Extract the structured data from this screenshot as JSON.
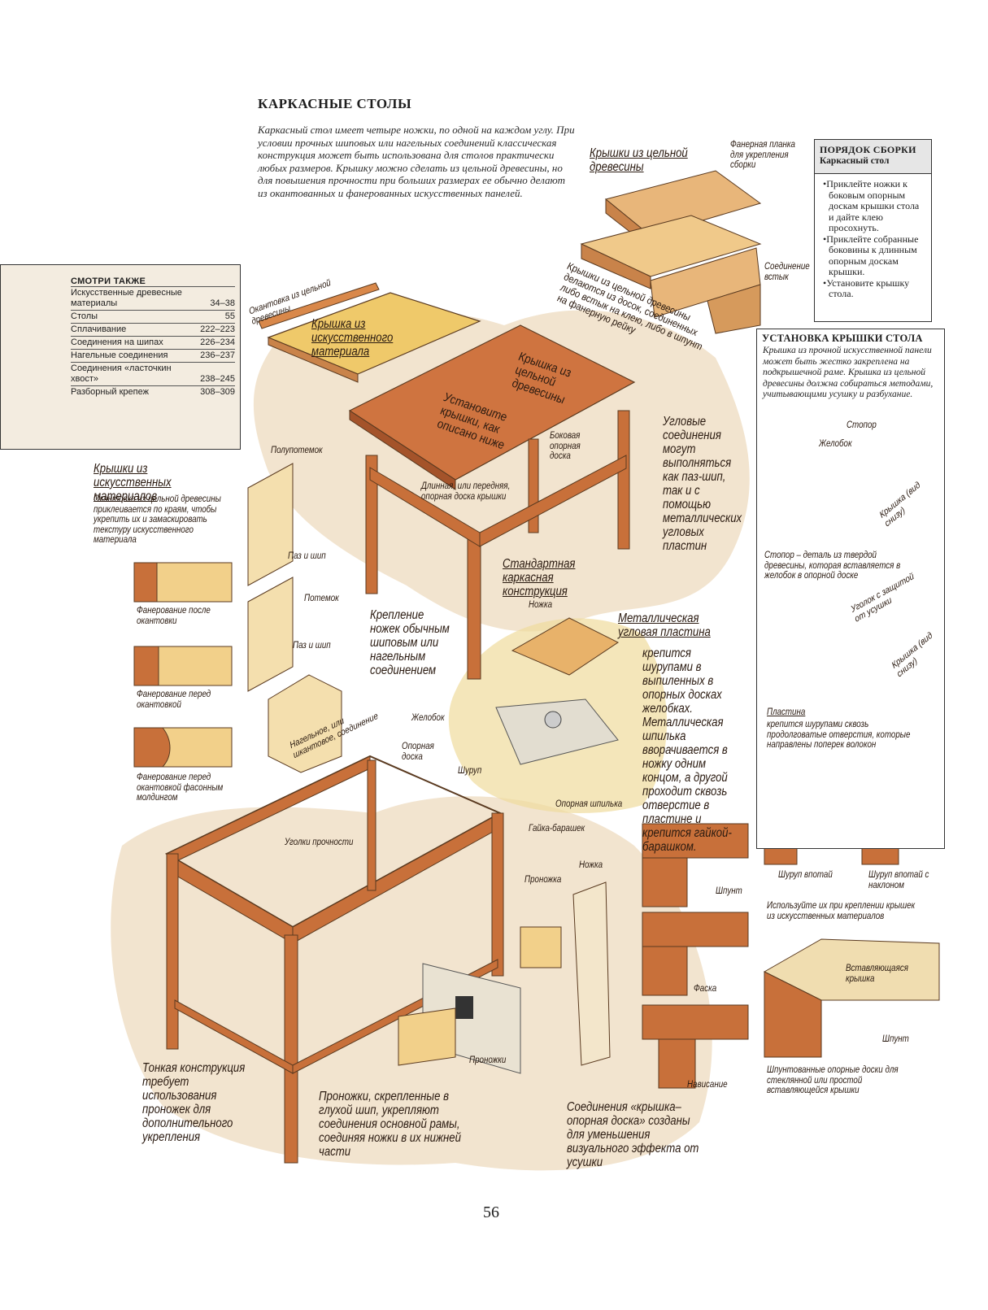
{
  "title": "КАРКАСНЫЕ СТОЛЫ",
  "intro": "Каркасный стол имеет четыре ножки, по одной на каждом углу. При условии прочных шиповых или нагельных соединений классическая конструкция может быть использована для столов практически любых размеров. Крышку можно сделать из цельной древесины, но для повышения прочности при больших размерах ее обычно делают из окантованных и фанерованных искусственных панелей.",
  "see_also": {
    "heading": "СМОТРИ ТАКЖЕ",
    "items": [
      {
        "label": "Искусственные древесные материалы",
        "pages": "34–38"
      },
      {
        "label": "Столы",
        "pages": "55"
      },
      {
        "label": "Сплачивание",
        "pages": "222–223"
      },
      {
        "label": "Соединения на шипах",
        "pages": "226–234"
      },
      {
        "label": "Нагельные соединения",
        "pages": "236–237"
      },
      {
        "label": "Соединения «ласточкин хвост»",
        "pages": "238–245"
      },
      {
        "label": "Разборный крепеж",
        "pages": "308–309"
      }
    ]
  },
  "order": {
    "heading": "ПОРЯДОК СБОРКИ",
    "subheading": "Каркасный стол",
    "steps": [
      "Приклейте ножки к боковым опорным доскам крышки стола и дайте клею просохнуть.",
      "Приклейте собранные боковины к длинным опорным доскам крышки.",
      "Установите крышку стола."
    ]
  },
  "install": {
    "heading": "УСТАНОВКА КРЫШКИ СТОЛА",
    "text": "Крышка из прочной искусственной панели может быть жестко закреплена на подкрышечной раме. Крышка из цельной древесины должна собираться методами, учитывающими усушку и разбухание."
  },
  "labels": {
    "solid_top": "Крышки из цельной древесины",
    "ply_strip": "Фанерная планка для укрепления сборки",
    "tongue": "Соединение встык",
    "solid_boards": "Крышки из цельной древесины делаются из досок, соединенных либо встык на клею, либо в шпунт на фанерную рейку",
    "edging": "Окантовка из цельной древесины",
    "man_top": "Крышка из искусственного материала",
    "solid_top2": "Крышка из цельной древесины",
    "install_note": "Установите крышки, как описано ниже",
    "side_rail": "Боковая опорная доска",
    "corner_joints": "Угловые соединения могут выполняться как паз-шип, так и с помощью металлических угловых пластин",
    "half_groove": "Полупотемок",
    "long_rail": "Длинная, или передняя, опорная доска крышки",
    "man_tops": "Крышки из искусственных материалов",
    "man_tops_desc": "Окантовка из цельной древесины приклеивается по краям, чтобы укрепить их и замаскировать текстуру искусственного материала",
    "mortise1": "Паз и шип",
    "groove": "Потемок",
    "mortise2": "Паз и шип",
    "leg_fix": "Крепление ножек обычным шиповым или нагельным соединением",
    "dowel": "Нагельное, или шкантовое, соединение",
    "std_frame": "Стандартная каркасная конструкция",
    "leg": "Ножка",
    "metal_plate": "Металлическая угловая пластина",
    "metal_desc": "крепится шурупами в выпиленных в опорных досках желобках. Металлическая шпилька вворачивается в ножку одним концом, а другой проходит сквозь отверстие в пластине и крепится гайкой-барашком.",
    "veneer_after": "Фанерование после окантовки",
    "veneer_before": "Фанерование перед окантовкой",
    "veneer_mould": "Фанерование перед окантовкой фасонным молдингом",
    "groove2": "Желобок",
    "rail2": "Опорная доска",
    "screw": "Шуруп",
    "stud": "Опорная шпилька",
    "wingnut": "Гайка-барашек",
    "braces": "Уголки прочности",
    "stretcher": "Проножка",
    "leg2": "Ножка",
    "stretchers": "Проножки",
    "thin_frame": "Тонкая конструкция требует использования проножек для дополнительного укрепления",
    "stretchers_desc": "Проножки, скрепленные в глухой шип, укрепляют соединения основной рамы, соединяя ножки в их нижней части",
    "tongue2": "Шпунт",
    "chamfer": "Фаска",
    "overhang": "Нависание",
    "top_rail": "Соединения «крышка–опорная доска» созданы для уменьшения визуального эффекта от усушки",
    "stop": "Стопор",
    "groove3": "Желобок",
    "top_under": "Крышка (вид снизу)",
    "stop_desc": "Стопор – деталь из твердой древесины, которая вставляется в желобок в опорной доске",
    "angle": "Уголок с защитой от усушки",
    "top_under2": "Крышка (вид снизу)",
    "plate": "Пластина",
    "plate_desc": "крепится шурупами сквозь продолговатые отверстия, которые направлены поперек волокон",
    "screw_straight": "Шуруп впотай",
    "screw_angled": "Шуруп впотай с наклоном",
    "screw_use": "Используйте их при креплении крышек из искусственных материалов",
    "insert_top": "Вставляющаяся крышка",
    "tongue3": "Шпунт",
    "glass_note": "Шпунтованные опорные доски для стеклянной или простой вставляющейся крышки"
  },
  "page_number": "56",
  "colors": {
    "wood": "#c8703a",
    "wood_dark": "#9b4a22",
    "panel": "#eecb78",
    "wash": "#f2e4cf"
  }
}
